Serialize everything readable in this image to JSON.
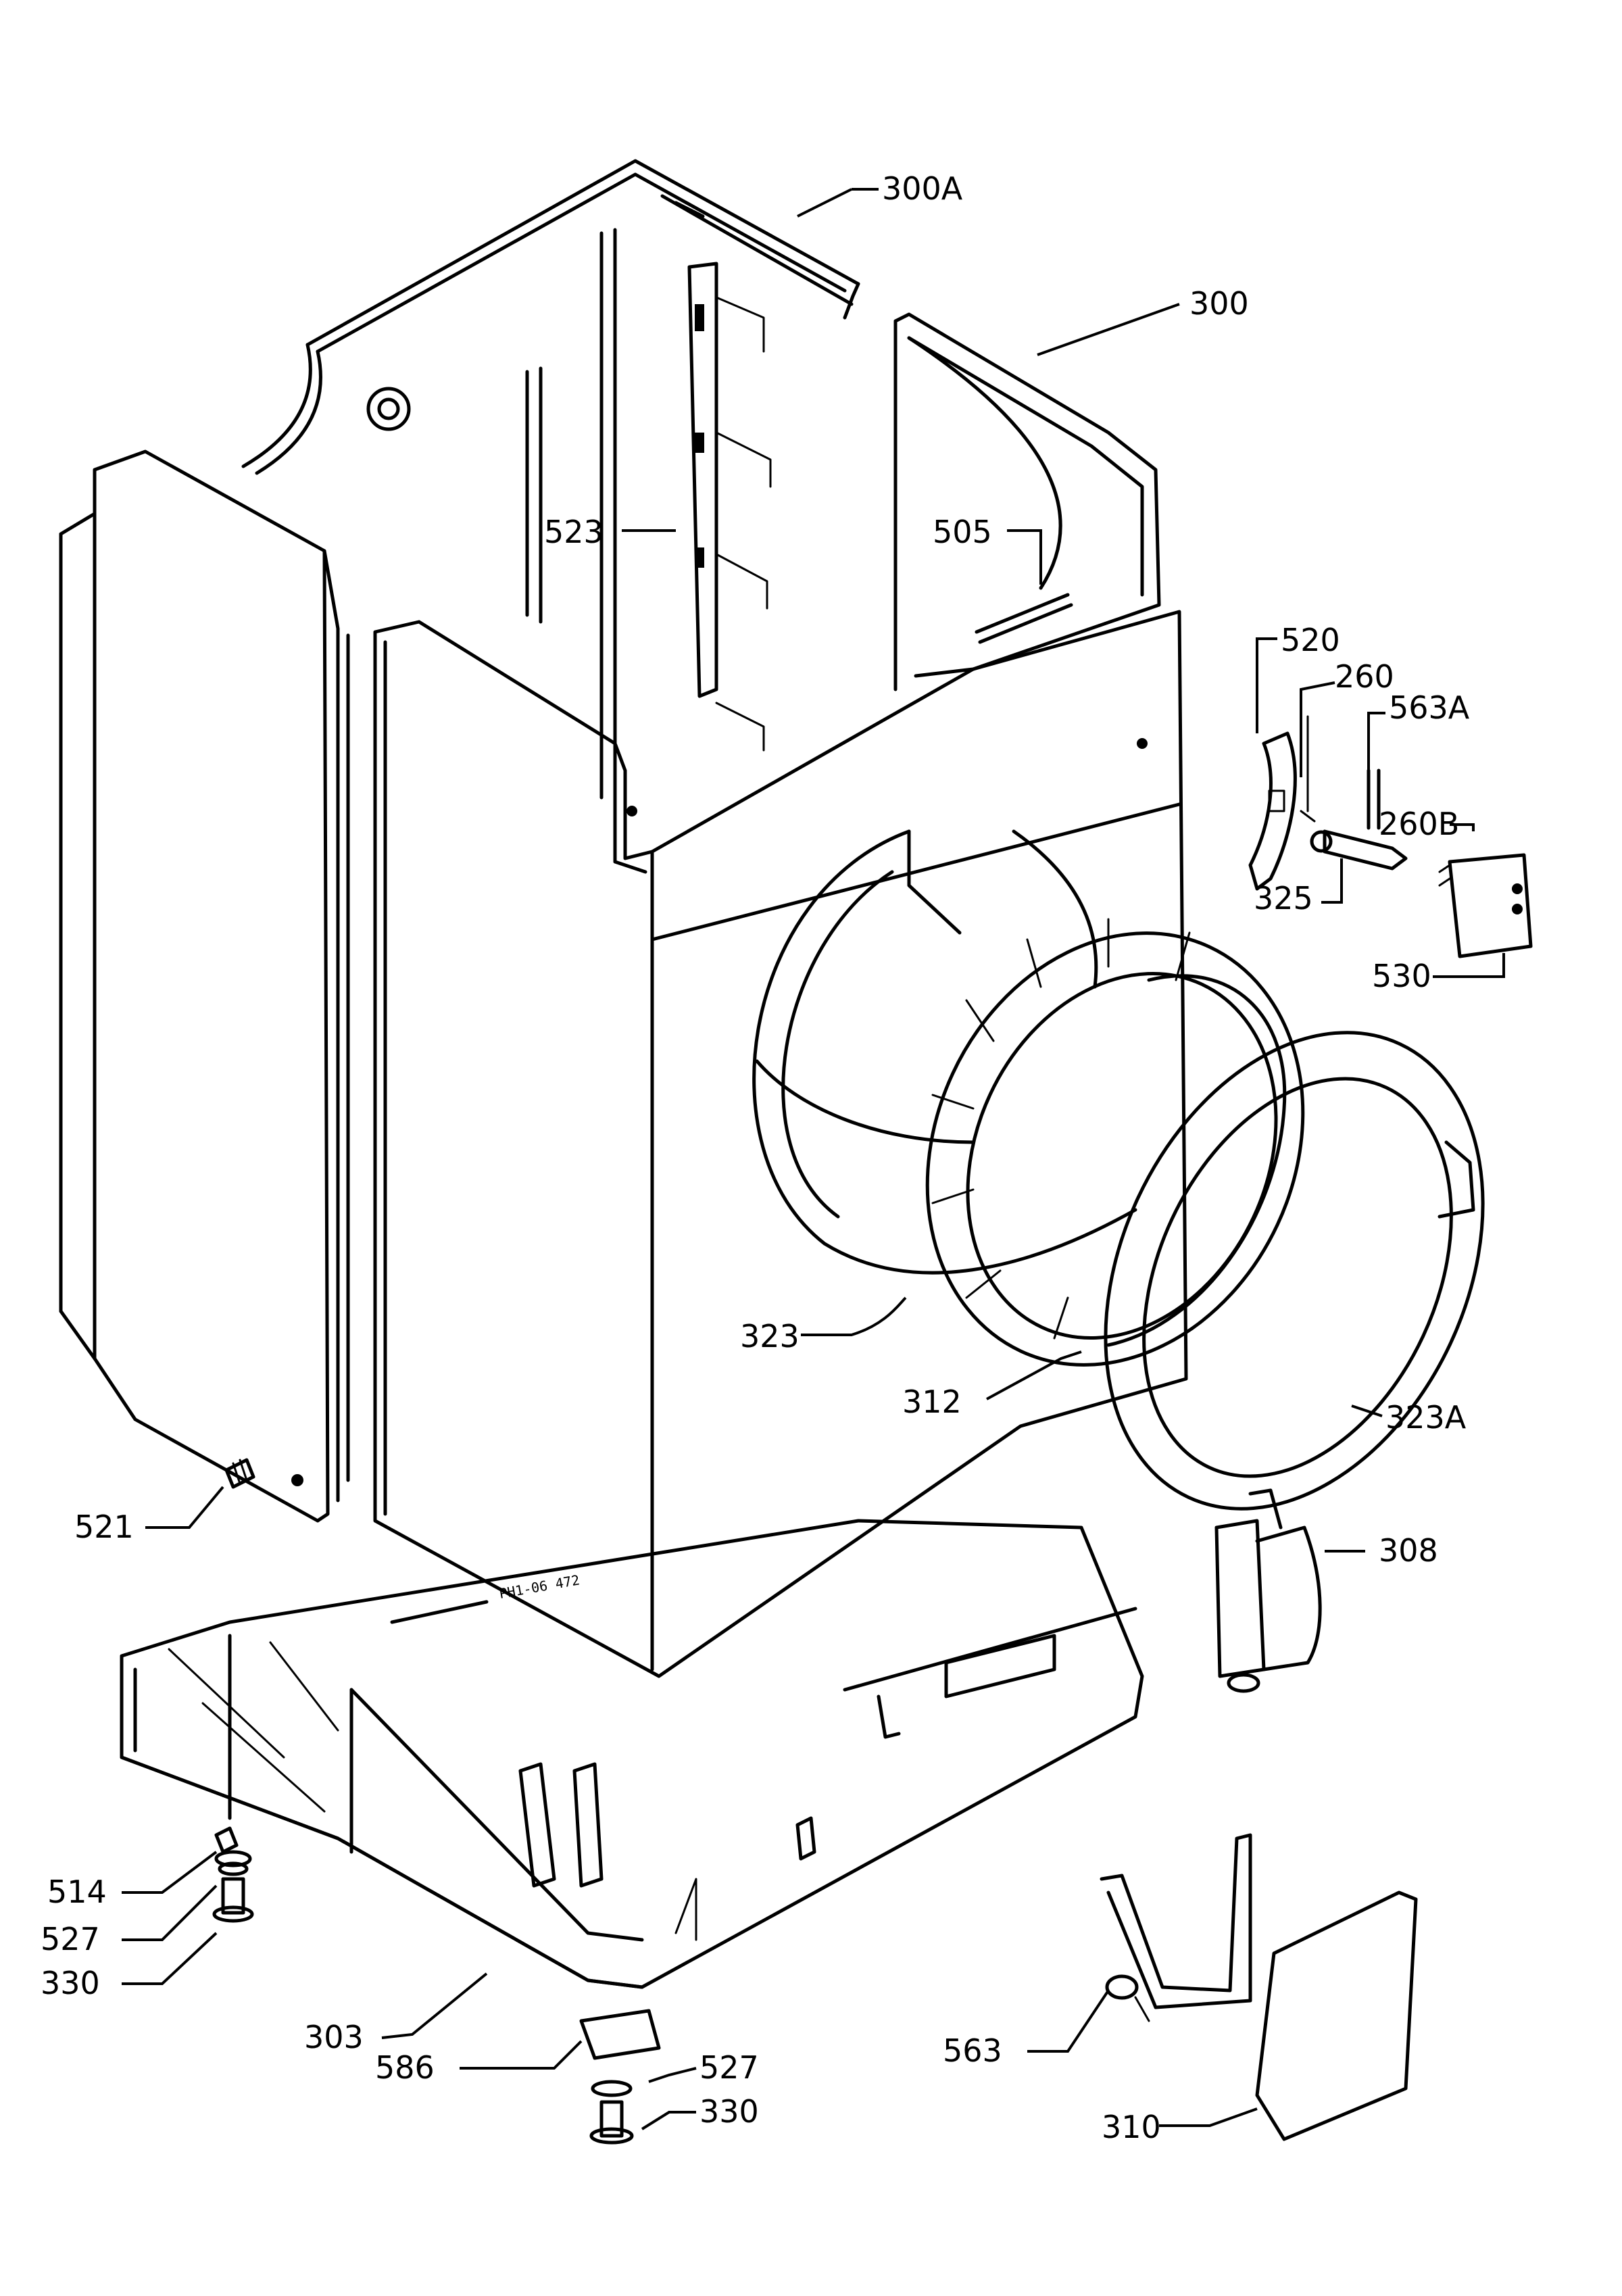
{
  "diagram": {
    "stamp": "PH1-06 472",
    "callouts": {
      "c300A": "300A",
      "c300": "300",
      "c523": "523",
      "c505": "505",
      "c520": "520",
      "c260": "260",
      "c563A": "563A",
      "c260B": "260B",
      "c325": "325",
      "c530": "530",
      "c323": "323",
      "c312": "312",
      "c323A": "323A",
      "c521": "521",
      "c308": "308",
      "c514": "514",
      "c527a": "527",
      "c330a": "330",
      "c303": "303",
      "c586": "586",
      "c527b": "527",
      "c330b": "330",
      "c563": "563",
      "c310": "310"
    }
  }
}
